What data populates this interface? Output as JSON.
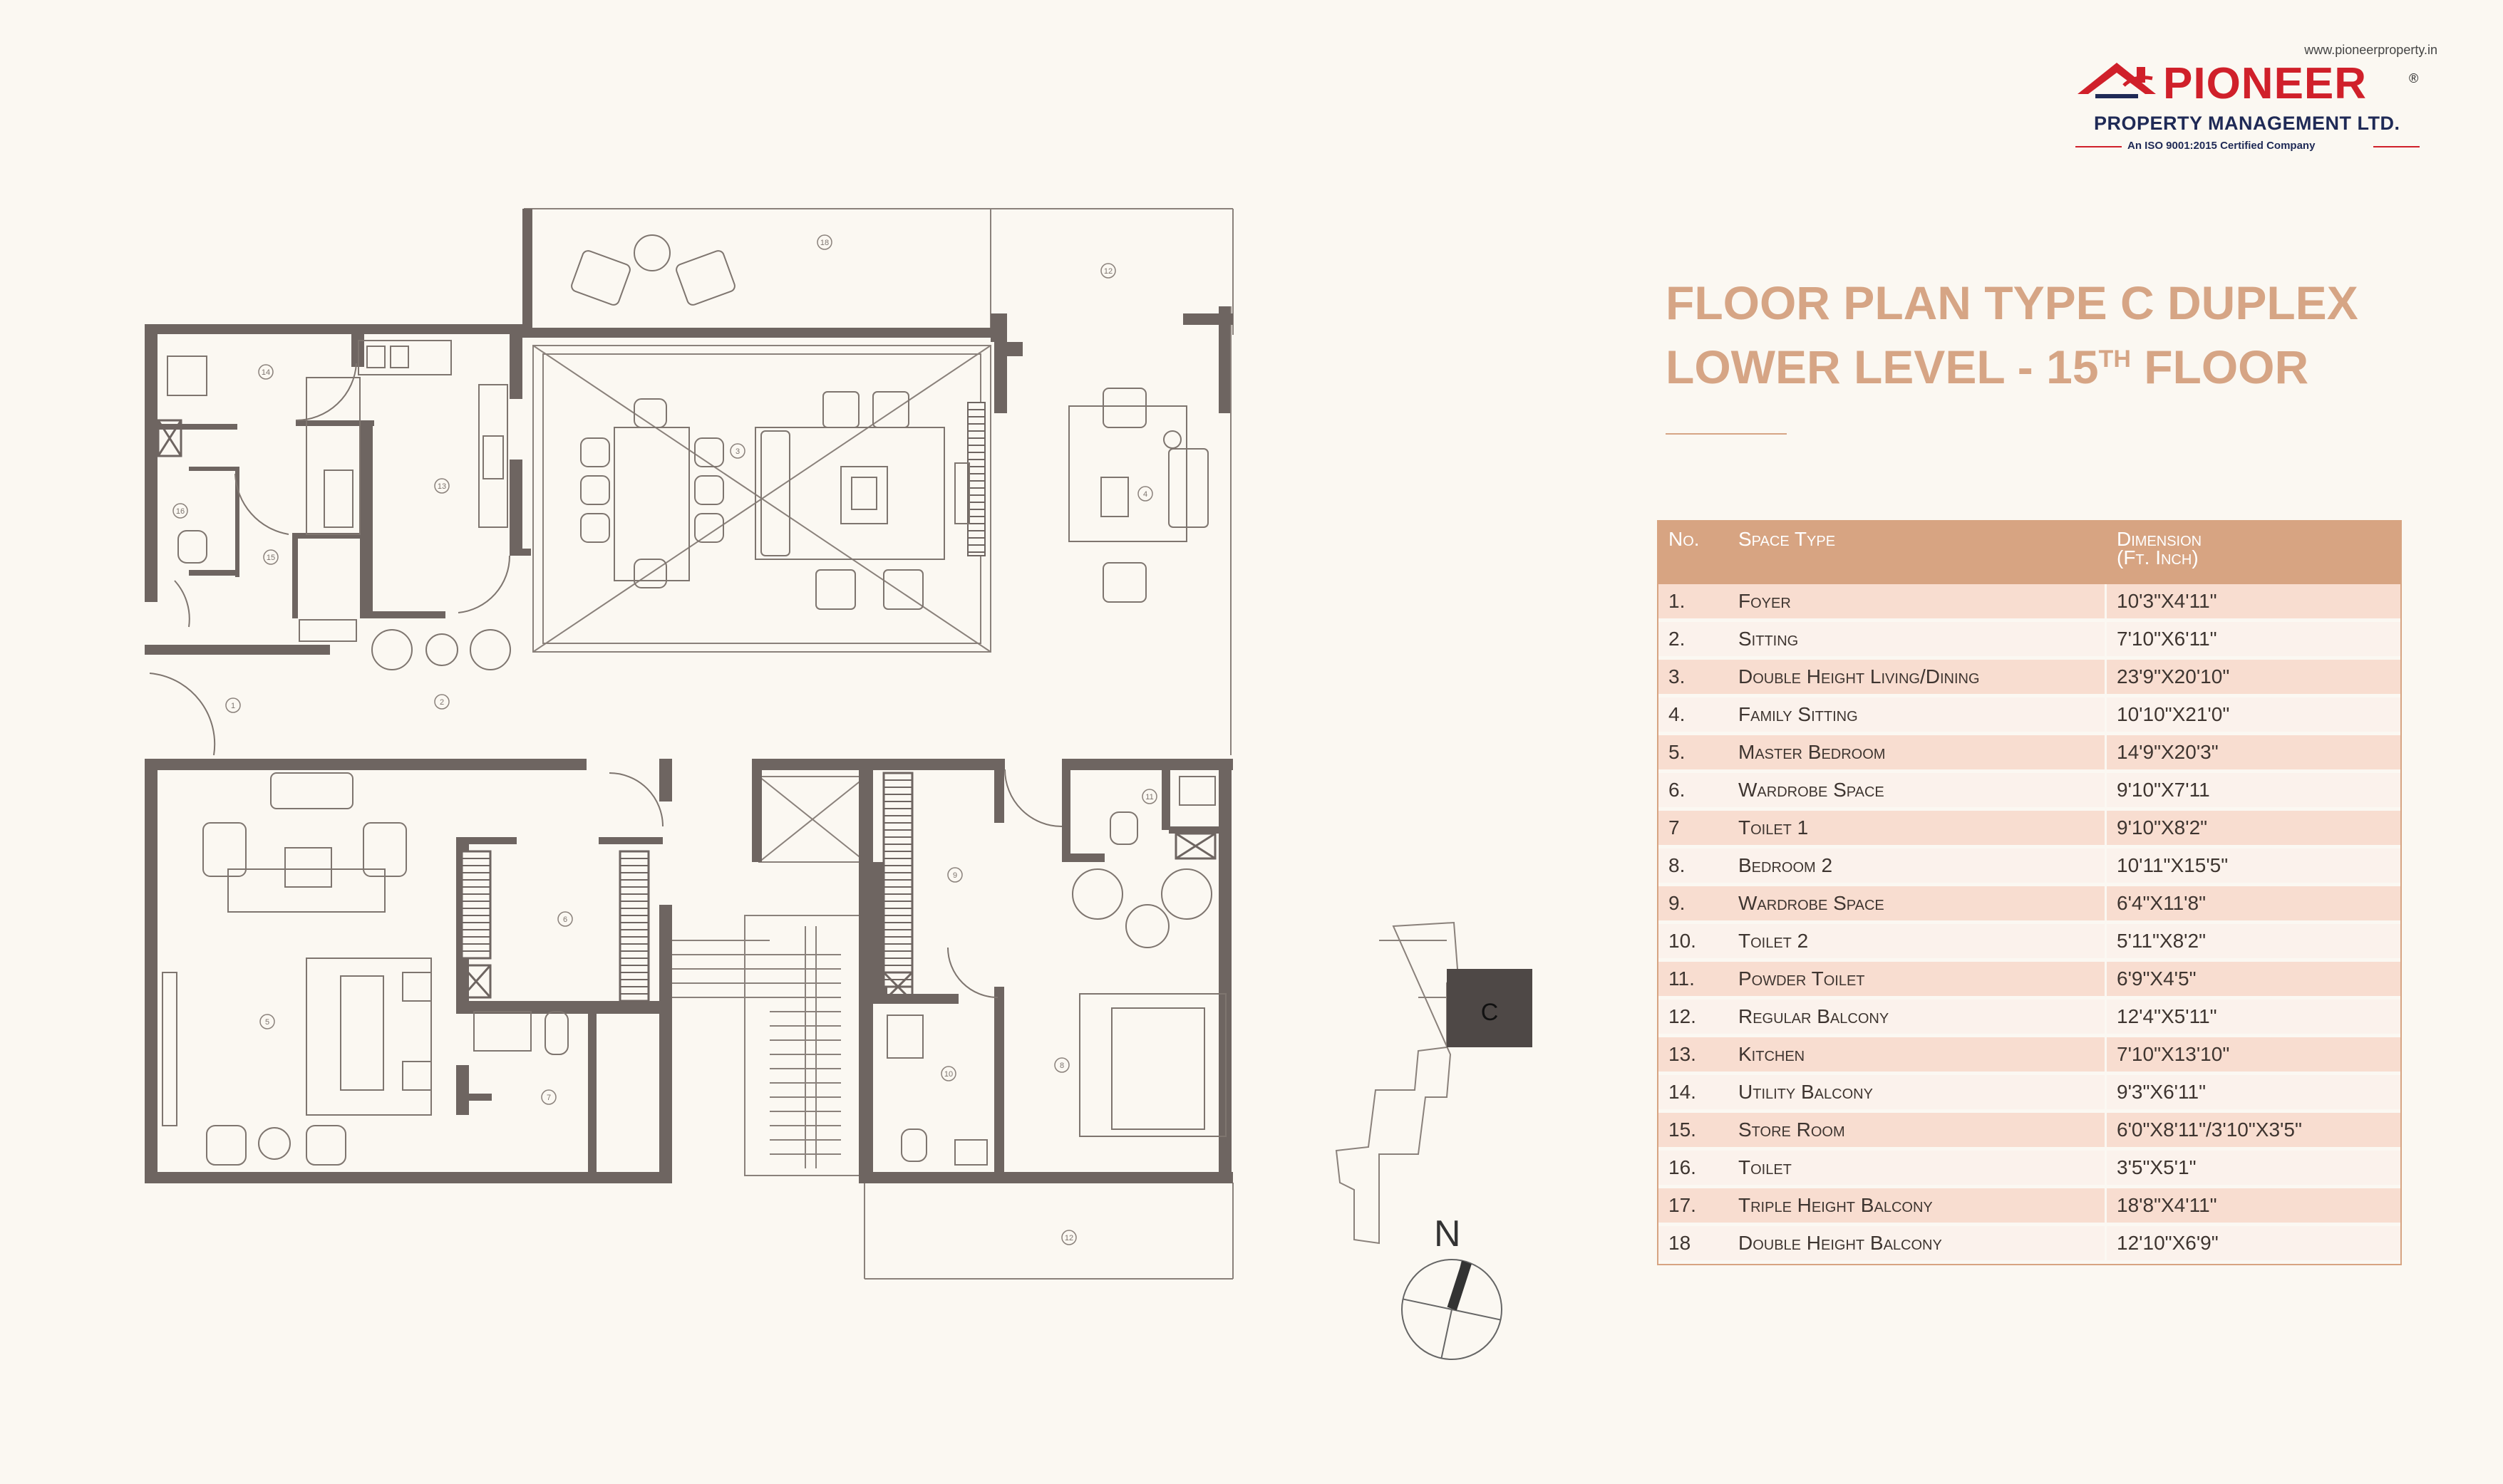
{
  "brand": {
    "website": "www.pioneerproperty.in",
    "name": "PIONEER",
    "registered": "®",
    "company": "PROPERTY MANAGEMENT LTD.",
    "certification": "An ISO 9001:2015 Certified Company",
    "colors": {
      "red": "#d0202a",
      "navy": "#1f2a56"
    }
  },
  "title": {
    "line1": "FLOOR PLAN TYPE C DUPLEX",
    "line2_prefix": "LOWER LEVEL - 15",
    "line2_sup": "TH",
    "line2_suffix": " FLOOR",
    "color": "#d6a585"
  },
  "table": {
    "headers": {
      "no": "No.",
      "space_type": "Space Type",
      "dimension": "Dimension",
      "dimension_unit": "(Ft. Inch)"
    },
    "rows": [
      {
        "no": "1.",
        "type": "Foyer",
        "dim": "10'3\"X4'11\""
      },
      {
        "no": "2.",
        "type": "Sitting",
        "dim": "7'10\"X6'11\""
      },
      {
        "no": "3.",
        "type": "Double Height Living/Dining",
        "dim": "23'9\"X20'10\""
      },
      {
        "no": "4.",
        "type": "Family  Sitting",
        "dim": "10'10\"X21'0\""
      },
      {
        "no": "5.",
        "type": "Master Bedroom",
        "dim": "14'9\"X20'3\""
      },
      {
        "no": "6.",
        "type": "Wardrobe Space",
        "dim": "9'10\"X7'11"
      },
      {
        "no": "7",
        "type": "Toilet 1",
        "dim": "9'10\"X8'2\""
      },
      {
        "no": "8.",
        "type": "Bedroom 2",
        "dim": "10'11\"X15'5\""
      },
      {
        "no": "9.",
        "type": "Wardrobe Space",
        "dim": "6'4\"X11'8\""
      },
      {
        "no": "10.",
        "type": "Toilet 2",
        "dim": "5'11\"X8'2\""
      },
      {
        "no": "11.",
        "type": "Powder Toilet",
        "dim": "6'9\"X4'5\""
      },
      {
        "no": "12.",
        "type": "Regular Balcony",
        "dim": "12'4\"X5'11\""
      },
      {
        "no": "13.",
        "type": "Kitchen",
        "dim": " 7'10\"X13'10\""
      },
      {
        "no": "14.",
        "type": "Utility Balcony",
        "dim": "9'3\"X6'11\""
      },
      {
        "no": "15.",
        "type": "Store Room",
        "dim": "6'0\"X8'11\"/3'10\"X3'5\""
      },
      {
        "no": "16.",
        "type": "Toilet",
        "dim": "3'5\"X5'1\""
      },
      {
        "no": "17.",
        "type": "Triple Height Balcony",
        "dim": "18'8\"X4'11\""
      },
      {
        "no": "18",
        "type": "Double Height Balcony",
        "dim": "12'10\"X6'9\""
      }
    ],
    "colors": {
      "header": "#d7a482",
      "row": "#f8ddd0",
      "row_alt": "#fbf2ec"
    }
  },
  "plan_labels": {
    "r1": "1",
    "r2": "2",
    "r3": "3",
    "r4": "4",
    "r5": "5",
    "r6": "6",
    "r7": "7",
    "r8": "8",
    "r9": "9",
    "r10": "10",
    "r11": "11",
    "r12a": "12",
    "r12b": "12",
    "r13": "13",
    "r14": "14",
    "r15": "15",
    "r16": "16",
    "r18": "18"
  },
  "key_plan": {
    "unit": "C"
  },
  "compass": {
    "north": "N"
  },
  "colors": {
    "wall": "#6e6561",
    "line": "#8a817b",
    "background": "#fbf8f2"
  }
}
